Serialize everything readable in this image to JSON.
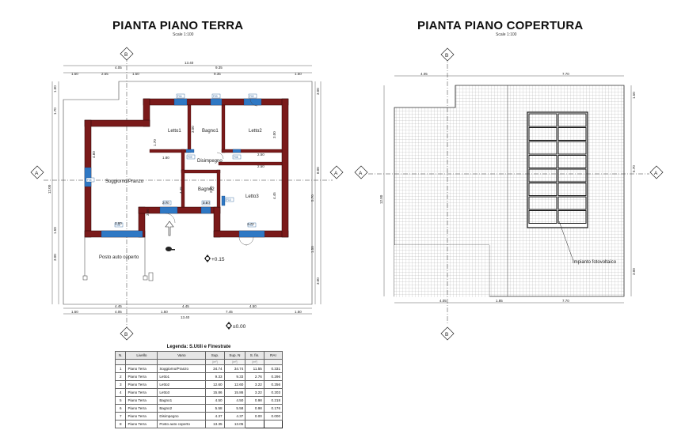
{
  "left_plan": {
    "title": "PIANTA PIANO TERRA",
    "scale": "Scale 1:100",
    "section_marks": {
      "b": "B",
      "a": "A"
    },
    "dims_top": [
      "13.40",
      "4.05",
      "9.35",
      "1.50",
      "2.55",
      "1.50",
      "9.35",
      "1.50"
    ],
    "dims_bottom": [
      "4.45",
      "4.45",
      "4.50",
      "1.50",
      "4.05",
      "1.50",
      "7.45",
      "1.50",
      "13.40"
    ],
    "dims_sides": [
      "1.50",
      "1.70",
      "1.50",
      "3.00",
      "12.00",
      "3.00",
      "8.00",
      "5.70",
      "1.50",
      "3.00"
    ],
    "inner_dims": [
      "3.00",
      "3.00",
      "1.70",
      "1.80",
      "2.50",
      "2.50",
      "4.45",
      "2.70",
      "4.45",
      "2.70",
      "2.60",
      "2.60",
      "3.00",
      "2.85",
      "4.60"
    ],
    "window_tags": [
      "F04",
      "F03",
      "F02",
      "F05",
      "F06",
      "F07",
      "F01",
      "P01",
      "F09",
      "F08",
      "F10"
    ],
    "rooms": {
      "letto1": "Letto1",
      "bagno1": "Bagno1",
      "letto2": "Letto2",
      "disimpegno": "Disimpegno",
      "soggiorno": "Soggiorno/Pranzo",
      "bagno2": "Bagno2",
      "letto3": "Letto3",
      "posto_auto": "Posto auto coperto"
    },
    "level_015": "+0.15",
    "level_000": "±0.00"
  },
  "right_plan": {
    "title": "PIANTA PIANO COPERTURA",
    "scale": "Scale 1:100",
    "section_marks": {
      "b": "B",
      "a": "A"
    },
    "dims_top": [
      "4.05",
      "7.70"
    ],
    "dims_bottom": [
      "4.05",
      "1.85",
      "7.70"
    ],
    "dims_sides": [
      "12.00",
      "1.50",
      "5.70",
      "3.00"
    ],
    "pv_label": "Impianto fotovoltaico"
  },
  "legend": {
    "title": "Legenda: S.Utili e Finestrate",
    "headers": [
      "N.",
      "Livello",
      "Vano",
      "Sup.",
      "Sup. N",
      "S. fin.",
      "RAI"
    ],
    "units": [
      "",
      "",
      "",
      "[m²]",
      "[m²]",
      "[m²]",
      ""
    ],
    "rows": [
      [
        "1",
        "Piano Terra",
        "Soggiorno/Pranzo",
        "34.74",
        "34.74",
        "11.55",
        "0.331"
      ],
      [
        "2",
        "Piano Terra",
        "Letto1",
        "9.33",
        "9.33",
        "2.76",
        "0.296"
      ],
      [
        "3",
        "Piano Terra",
        "Letto2",
        "12.60",
        "12.60",
        "3.22",
        "0.256"
      ],
      [
        "4",
        "Piano Terra",
        "Letto3",
        "15.86",
        "15.86",
        "3.22",
        "0.203"
      ],
      [
        "5",
        "Piano Terra",
        "Bagno1",
        "4.50",
        "4.50",
        "0.98",
        "0.218"
      ],
      [
        "6",
        "Piano Terra",
        "Bagno2",
        "5.58",
        "5.58",
        "0.98",
        "0.176"
      ],
      [
        "7",
        "Piano Terra",
        "Disimpegno",
        "4.37",
        "4.37",
        "0.00",
        "0.000"
      ],
      [
        "8",
        "Piano Terra",
        "Posto auto coperto",
        "13.35",
        "13.05",
        "",
        ""
      ]
    ]
  }
}
